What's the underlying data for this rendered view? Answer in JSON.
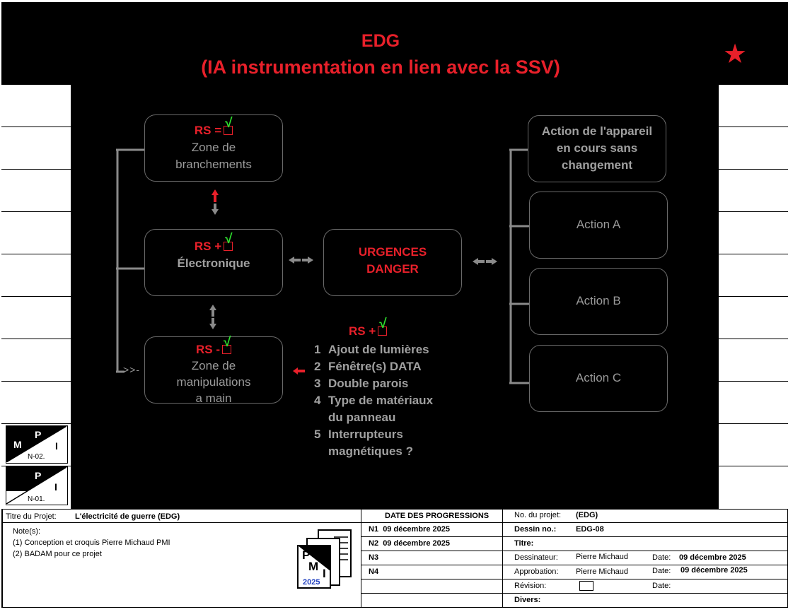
{
  "header": {
    "title": "EDG",
    "subtitle": "(IA instrumentation en lien avec la SSV)"
  },
  "diagram": {
    "left_boxes": [
      {
        "rs": "RS =",
        "label": [
          "Zone de",
          "branchements"
        ]
      },
      {
        "rs": "RS +",
        "label": [
          "Électronique"
        ]
      },
      {
        "rs": "RS -",
        "label": [
          "Zone de",
          "manipulations",
          "a main"
        ]
      }
    ],
    "center_box": {
      "line1": "URGENCES",
      "line2": "DANGER"
    },
    "right_boxes": [
      {
        "label": [
          "Action de l'appareil",
          "en cours sans",
          "changement"
        ]
      },
      {
        "label": [
          "Action A"
        ]
      },
      {
        "label": [
          "Action B"
        ]
      },
      {
        "label": [
          "Action C"
        ]
      }
    ],
    "check_mark": "√",
    "bracket_tail": ">>-",
    "list_rs": "RS +",
    "list": [
      {
        "num": "1",
        "lines": [
          "Ajout de lumières"
        ]
      },
      {
        "num": "2",
        "lines": [
          "Fénêtre(s) DATA"
        ]
      },
      {
        "num": "3",
        "lines": [
          "Double parois"
        ]
      },
      {
        "num": "4",
        "lines": [
          "Type de matériaux",
          "du panneau"
        ]
      },
      {
        "num": "5",
        "lines": [
          "Interrupteurs",
          "magnétiques ?"
        ]
      }
    ]
  },
  "logos": [
    {
      "m": "M",
      "p": "P",
      "i": "I",
      "code": "N-02."
    },
    {
      "m": "M",
      "p": "P",
      "i": "I",
      "code": "N-01."
    }
  ],
  "footer": {
    "project_title_label": "Titre du Projet:",
    "project_title": "L'électricité de guerre (EDG)",
    "notes_label": "Note(s):",
    "notes": [
      "(1) Conception et croquis Pierre Michaud PMI",
      "(2) BADAM pour ce projet"
    ],
    "pmi_logo": {
      "p": "P",
      "m": "M",
      "i": "I",
      "year": "2025"
    },
    "progress_header": "DATE DES PROGRESSIONS",
    "progress": [
      {
        "code": "N1",
        "date": "09 décembre 2025"
      },
      {
        "code": "N2",
        "date": "09 décembre 2025"
      },
      {
        "code": "N3",
        "date": ""
      },
      {
        "code": "N4",
        "date": ""
      }
    ],
    "project_no_label": "No. du projet:",
    "project_no": "(EDG)",
    "drawing_no_label": "Dessin no.:",
    "drawing_no": "EDG-08",
    "titre_label": "Titre:",
    "designer_label": "Dessinateur:",
    "designer": "Pierre Michaud",
    "designer_date_label": "Date:",
    "designer_date": "09 décembre 2025",
    "approval_label": "Approbation:",
    "approval": "Pierre Michaud",
    "approval_date_label": "Date:",
    "approval_date": "09 décembre 2025",
    "revision_label": "Révision:",
    "revision_date_label": "Date:",
    "misc_label": "Divers:"
  }
}
